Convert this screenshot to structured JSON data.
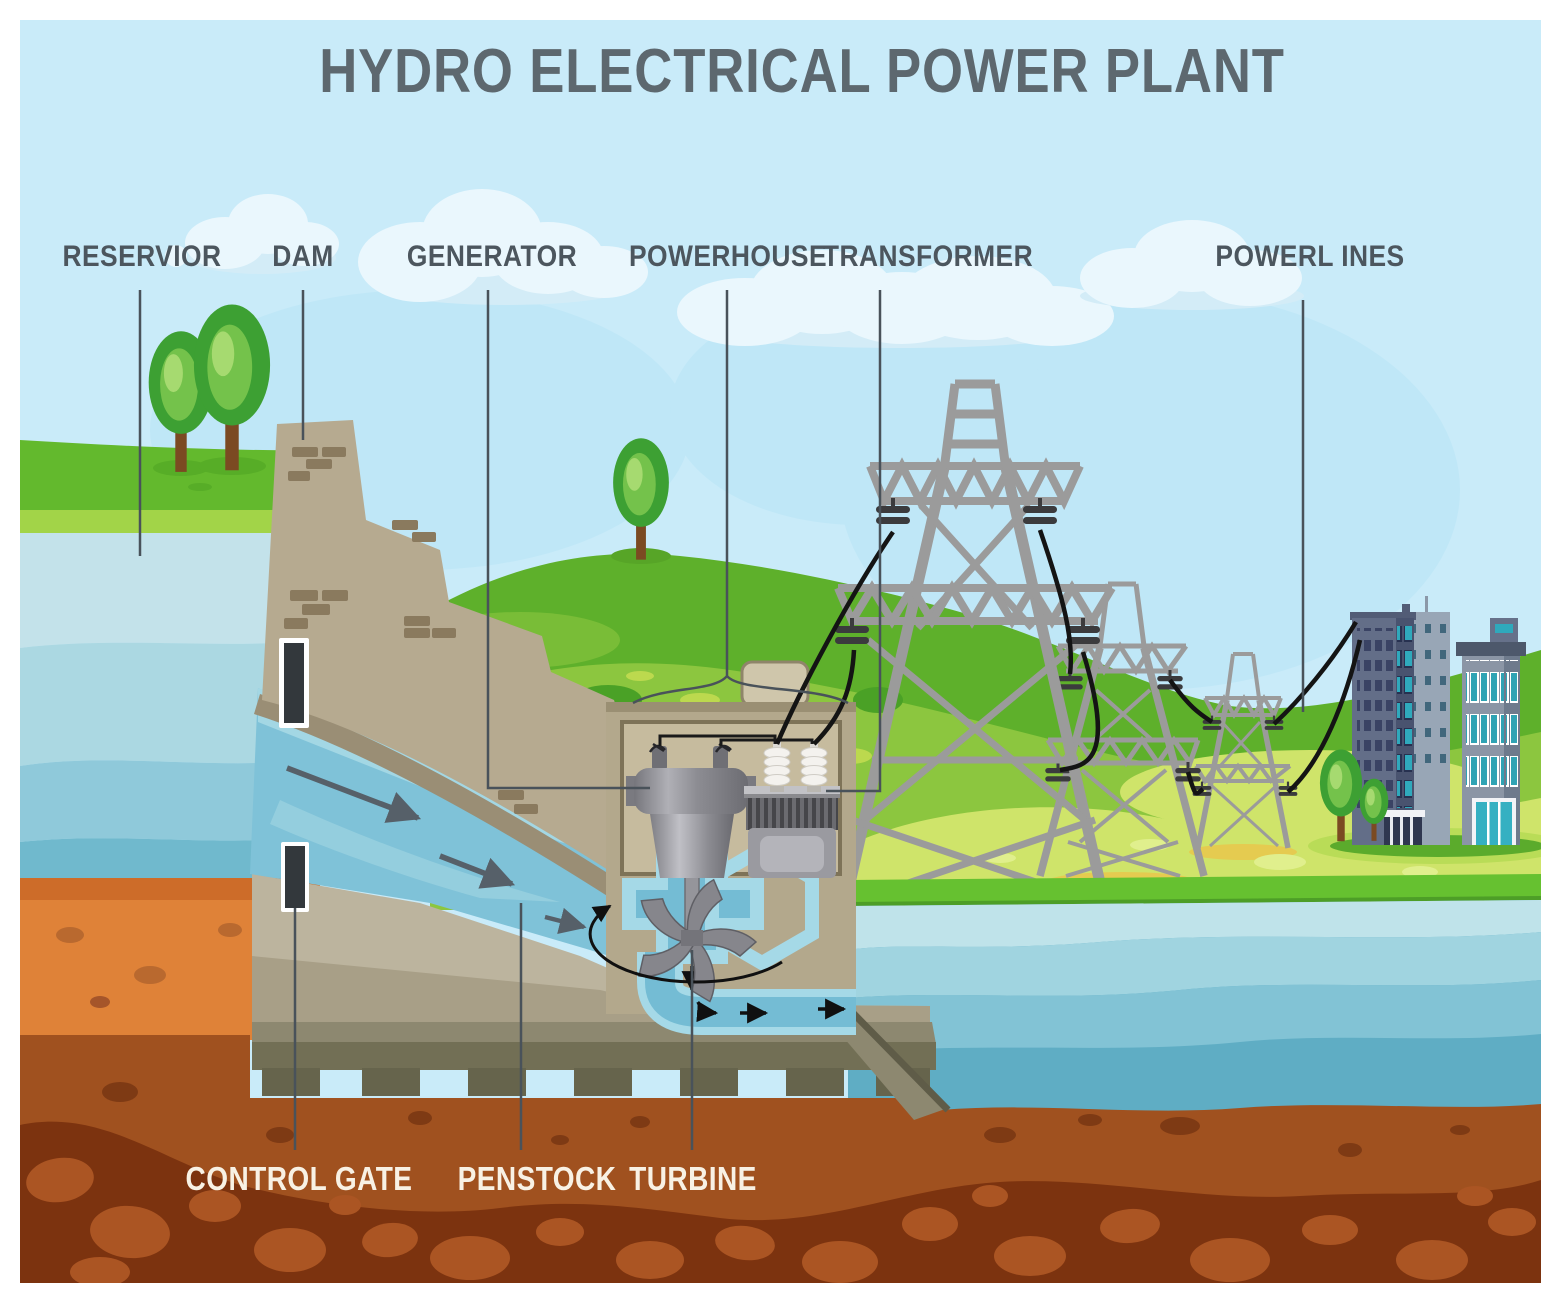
{
  "title": "HYDRO ELECTRICAL POWER PLANT",
  "labels": {
    "reservoir": "RESERVIOR",
    "dam": "DAM",
    "generator": "GENERATOR",
    "powerhouse": "POWERHOUSE",
    "transformer": "TRANSFORMER",
    "powerlines": "POWERL INES",
    "control_gate": "CONTROL GATE",
    "penstock": "PENSTOCK",
    "turbine": "TURBINE"
  },
  "colors": {
    "sky": "#c9ebf9",
    "cloud": "#eaf7fd",
    "hill_dark_green": "#5eb02b",
    "hill_mid_green": "#8cc63f",
    "hill_pale_green": "#cfe46a",
    "water_light": "#c3e2ea",
    "water_deep": "#5fadc4",
    "dam_tan": "#b6aa90",
    "soil_orange": "#df8238",
    "soil_brown": "#a0511f",
    "rock_dark": "#7c330f",
    "rock_stone": "#ab5523",
    "tower_gray": "#9b9b9b",
    "wire_black": "#141414",
    "leader_line": "#49525a",
    "label_dark": "#4c565e",
    "label_light": "#f8f1e4"
  }
}
